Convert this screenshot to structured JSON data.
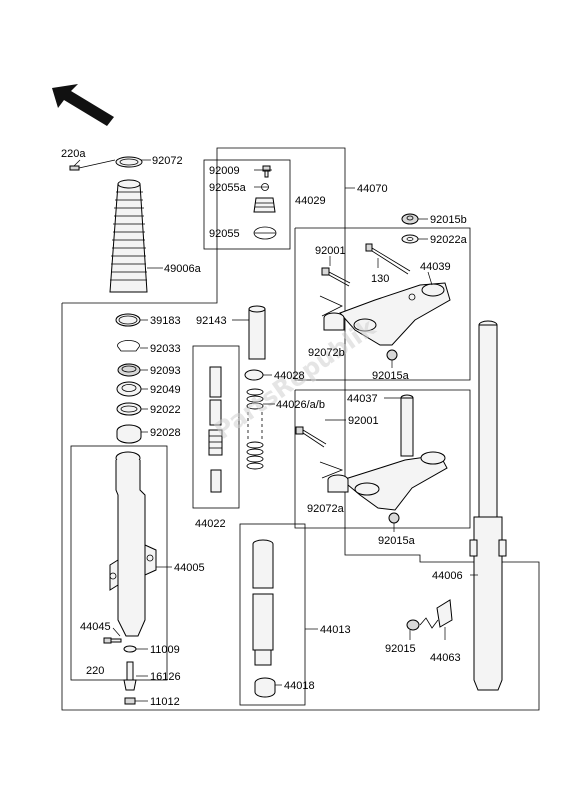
{
  "watermark": "PartsRepublik",
  "callouts": {
    "p220a": "220a",
    "p92072": "92072",
    "p49006a": "49006a",
    "p92009": "92009",
    "p92055a": "92055a",
    "p44029": "44029",
    "p92055": "92055",
    "p44070": "44070",
    "p92015b": "92015b",
    "p92022a": "92022a",
    "p92001_top": "92001",
    "p130": "130",
    "p44039": "44039",
    "p39183": "39183",
    "p92143": "92143",
    "p92033": "92033",
    "p92072b": "92072b",
    "p92015a_top": "92015a",
    "p92093": "92093",
    "p44028": "44028",
    "p92049": "92049",
    "p44026ab": "44026/a/b",
    "p92022": "92022",
    "p44037": "44037",
    "p92028": "92028",
    "p92001_bottom": "92001",
    "p44005": "44005",
    "p44022": "44022",
    "p92072a": "92072a",
    "p92015a_bottom": "92015a",
    "p44006": "44006",
    "p44013": "44013",
    "p44045": "44045",
    "p11009": "11009",
    "p220": "220",
    "p16126": "16126",
    "p44018": "44018",
    "p92015": "92015",
    "p44063": "44063",
    "p11012": "11012"
  }
}
